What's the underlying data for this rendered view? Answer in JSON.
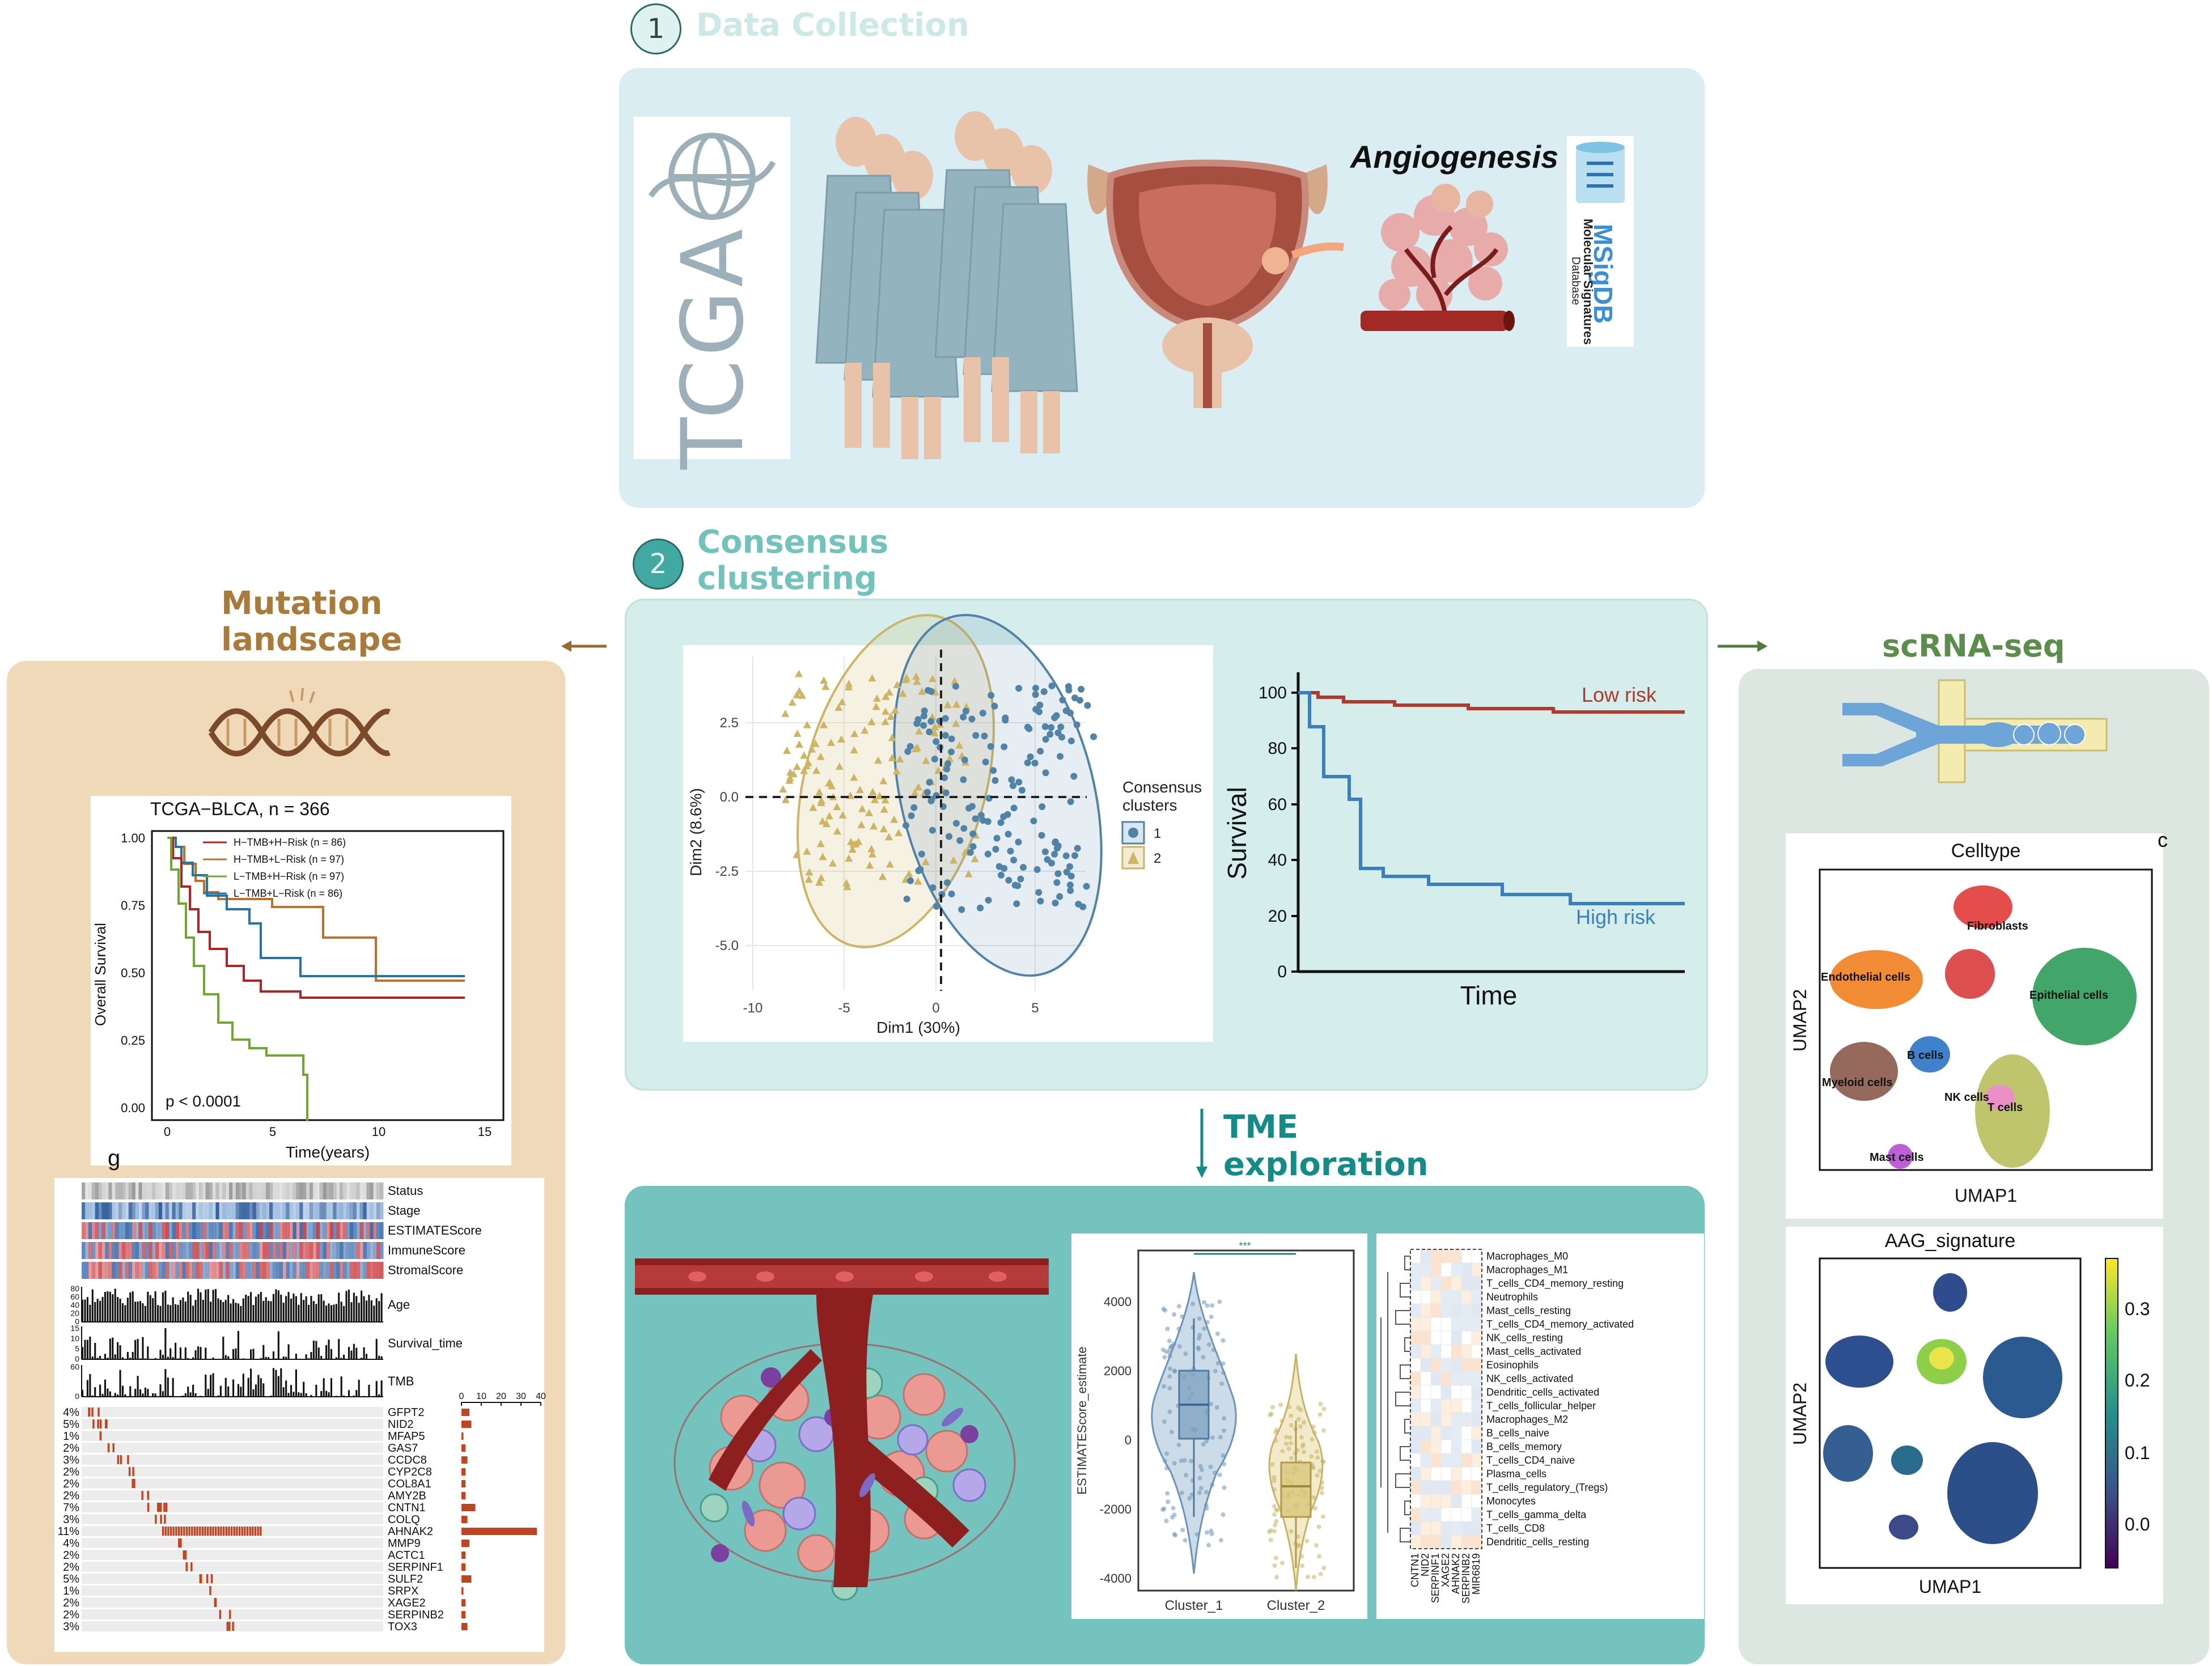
{
  "step1": {
    "number": "1",
    "title": "Data Collection",
    "tcga_logo_text": "TCGA",
    "angiogenesis": "Angiogenesis",
    "msigdb_logo_text": "MSigDB",
    "msigdb_sub1": "Molecular Signatures",
    "msigdb_sub2": "Database"
  },
  "step2": {
    "number": "2",
    "title_line1": "Consensus",
    "title_line2": "clustering"
  },
  "mutation": {
    "title_line1": "Mutation",
    "title_line2": "landscape"
  },
  "scrna": {
    "title": "scRNA-seq"
  },
  "tme": {
    "title_line1": "TME",
    "title_line2": "exploration"
  },
  "colors": {
    "step1_bg": "#daedf2",
    "step2_bg": "#d5eeec",
    "mutation_bg": "#efd9b8",
    "scrna_bg": "#dde7e1",
    "tme_bg": "#74c3bf",
    "cluster1": "#4f83a8",
    "cluster2": "#cdb564",
    "low_risk": "#b03a2e",
    "high_risk": "#3a7fc1"
  },
  "pca": {
    "xlabel": "Dim1 (30%)",
    "ylabel": "Dim2 (8.6%)",
    "xticks": [
      "-10",
      "-5",
      "0",
      "5"
    ],
    "yticks": [
      "2.5",
      "0.0",
      "-2.5",
      "-5.0"
    ],
    "legend_title_line1": "Consensus",
    "legend_title_line2": "clusters",
    "legend_items": [
      "1",
      "2"
    ]
  },
  "risk_curve": {
    "xlabel": "Time",
    "ylabel": "Survival",
    "yticks": [
      "100",
      "80",
      "60",
      "40",
      "20",
      "0"
    ],
    "low_label": "Low risk",
    "high_label": "High risk"
  },
  "km": {
    "title": "TCGA−BLCA, n = 366",
    "xlabel": "Time(years)",
    "ylabel": "Overall Survival",
    "yticks": [
      "1.00",
      "0.75",
      "0.50",
      "0.25",
      "0.00"
    ],
    "xticks": [
      "0",
      "5",
      "10",
      "15"
    ],
    "legend": [
      "H−TMB+H−Risk (n = 86)",
      "H−TMB+L−Risk (n = 97)",
      "L−TMB+H−Risk (n = 97)",
      "L−TMB+L−Risk (n = 86)"
    ],
    "pvalue": "p < 0.0001",
    "corner_mark": "g"
  },
  "oncoprint": {
    "annotation_tracks": [
      "Status",
      "Stage",
      "ESTIMATEScore",
      "ImmuneScore",
      "StromalScore"
    ],
    "bar_tracks": [
      {
        "label": "Age",
        "ticks": [
          "80",
          "60",
          "40",
          "20",
          "0"
        ]
      },
      {
        "label": "Survival_time",
        "ticks": [
          "15",
          "10",
          "5",
          "0"
        ]
      },
      {
        "label": "TMB",
        "ticks": [
          "60",
          "0"
        ]
      }
    ],
    "axis_ticks": [
      "0",
      "10",
      "20",
      "30",
      "40"
    ],
    "genes": [
      {
        "pct": "4%",
        "name": "GFPT2",
        "count": 4
      },
      {
        "pct": "5%",
        "name": "NID2",
        "count": 5
      },
      {
        "pct": "1%",
        "name": "MFAP5",
        "count": 1
      },
      {
        "pct": "2%",
        "name": "GAS7",
        "count": 2
      },
      {
        "pct": "3%",
        "name": "CCDC8",
        "count": 3
      },
      {
        "pct": "2%",
        "name": "CYP2C8",
        "count": 2
      },
      {
        "pct": "2%",
        "name": "COL8A1",
        "count": 2
      },
      {
        "pct": "2%",
        "name": "AMY2B",
        "count": 2
      },
      {
        "pct": "7%",
        "name": "CNTN1",
        "count": 7
      },
      {
        "pct": "3%",
        "name": "COLQ",
        "count": 3
      },
      {
        "pct": "11%",
        "name": "AHNAK2",
        "count": 38
      },
      {
        "pct": "4%",
        "name": "MMP9",
        "count": 4
      },
      {
        "pct": "2%",
        "name": "ACTC1",
        "count": 2
      },
      {
        "pct": "2%",
        "name": "SERPINF1",
        "count": 2
      },
      {
        "pct": "5%",
        "name": "SULF2",
        "count": 5
      },
      {
        "pct": "1%",
        "name": "SRPX",
        "count": 1
      },
      {
        "pct": "2%",
        "name": "XAGE2",
        "count": 2
      },
      {
        "pct": "2%",
        "name": "SERPINB2",
        "count": 2
      },
      {
        "pct": "3%",
        "name": "TOX3",
        "count": 3
      }
    ]
  },
  "violin": {
    "ylabel": "ESTIMATEScore_estimate",
    "yticks": [
      "4000",
      "2000",
      "0",
      "-2000",
      "-4000"
    ],
    "categories": [
      "Cluster_1",
      "Cluster_2"
    ],
    "significance": "***"
  },
  "heatmap": {
    "rows": [
      "Macrophages_M0",
      "Macrophages_M1",
      "T_cells_CD4_memory_resting",
      "Neutrophils",
      "Mast_cells_resting",
      "T_cells_CD4_memory_activated",
      "NK_cells_resting",
      "Mast_cells_activated",
      "Eosinophils",
      "NK_cells_activated",
      "Dendritic_cells_activated",
      "T_cells_follicular_helper",
      "Macrophages_M2",
      "B_cells_naive",
      "B_cells_memory",
      "T_cells_CD4_naive",
      "Plasma_cells",
      "T_cells_regulatory_(Tregs)",
      "Monocytes",
      "T_cells_gamma_delta",
      "T_cells_CD8",
      "Dendritic_cells_resting"
    ],
    "cols": [
      "CNTN1",
      "NID2",
      "SERPINF1",
      "XAGE2",
      "AHNAK2",
      "SERPINB2",
      "MIR6819"
    ]
  },
  "umap1": {
    "title": "Celltype",
    "xlabel": "UMAP1",
    "ylabel": "UMAP2",
    "corner_mark": "c",
    "labels": [
      "Fibroblasts",
      "Endothelial cells",
      "Epithelial cells",
      "B cells",
      "Myeloid cells",
      "NK cells",
      "T cells",
      "Mast cells"
    ]
  },
  "umap2": {
    "title": "AAG_signature",
    "xlabel": "UMAP1",
    "ylabel": "UMAP2",
    "colorbar_ticks": [
      "0.3",
      "0.2",
      "0.1",
      "0.0"
    ]
  }
}
